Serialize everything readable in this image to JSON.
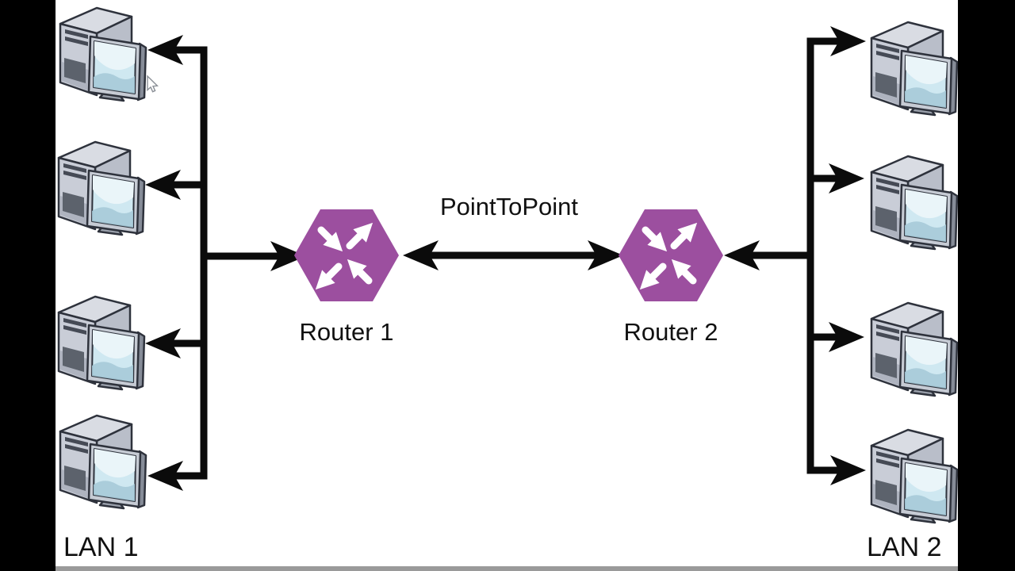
{
  "window": {
    "type": "letterboxed-video-frame",
    "letterbox_color": "#000000"
  },
  "canvas": {
    "background": "#ffffff",
    "bottom_rule_color": "#9a9a9a"
  },
  "diagram": {
    "link_label": "PointToPoint",
    "routers": [
      {
        "label": "Router 1"
      },
      {
        "label": "Router 2"
      }
    ],
    "lans": [
      {
        "label": "LAN 1",
        "host_count": 4,
        "side": "left"
      },
      {
        "label": "LAN 2",
        "host_count": 4,
        "side": "right"
      }
    ],
    "colors": {
      "router_fill": "#9c4f9f",
      "router_arrows": "#ffffff",
      "connector": "#0b0b0b",
      "label_text": "#111111"
    },
    "icons": [
      "desktop-computer-icon",
      "router-crossed-arrows-icon",
      "mouse-cursor-icon"
    ]
  }
}
